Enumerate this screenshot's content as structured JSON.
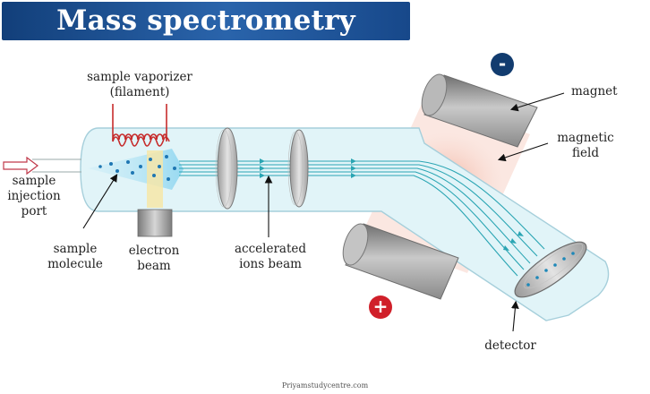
{
  "title": "Mass spectrometry",
  "labels": {
    "vaporizer_line1": "sample vaporizer",
    "vaporizer_line2": "(filament)",
    "magnet": "magnet",
    "magnetic_field_line1": "magnetic",
    "magnetic_field_line2": "field",
    "injection_line1": "sample",
    "injection_line2": "injection",
    "injection_line3": "port",
    "molecule_line1": "sample",
    "molecule_line2": "molecule",
    "electron_line1": "electron",
    "electron_line2": "beam",
    "ions_line1": "accelerated",
    "ions_line2": "ions beam",
    "detector": "detector"
  },
  "poles": {
    "negative": "-",
    "positive": "+"
  },
  "credit": "Priyamstudycentre.com",
  "colors": {
    "banner": "#1f5599",
    "tube": "#dff4f8",
    "tube_outline": "#9cc6d3",
    "ion_beam": "#28a8b4",
    "filament": "#c62c2c",
    "negative_pole": "#123c6f",
    "positive_pole": "#d0202a",
    "field_glow": "#f3b8a9"
  }
}
